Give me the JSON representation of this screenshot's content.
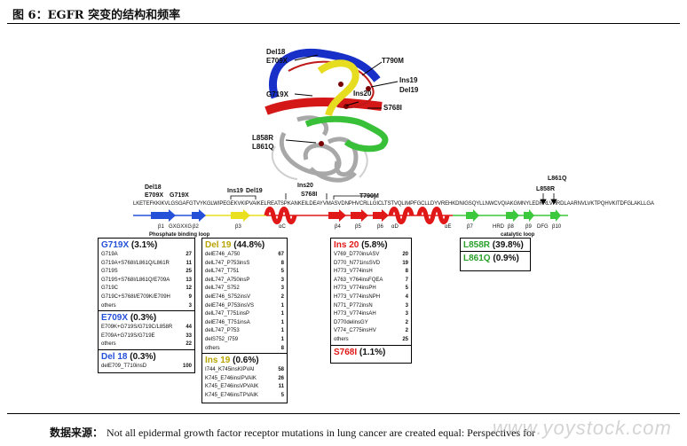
{
  "title": "图 6：EGFR 突变的结构和频率",
  "footer": {
    "label": "数据来源：",
    "text": "Not all epidermal growth factor receptor mutations in lung cancer are created equal: Perspectives for"
  },
  "watermark": "www.yoystock.com",
  "structure_labels": {
    "del18": "Del18",
    "e709x": "E709X",
    "t790m": "T790M",
    "g719x": "G719X",
    "ins19": "Ins19",
    "del19": "Del19",
    "ins20": "Ins20",
    "s768i": "S768I",
    "l858r": "L858R",
    "l861q": "L861Q"
  },
  "track": {
    "top_labels": {
      "del18": "Del18",
      "e709x": "E709X",
      "g719x": "G719X",
      "ins19": "Ins19",
      "del19": "Del19",
      "ins20": "Ins20",
      "s768i": "S768I",
      "t790m": "T790M",
      "l858r": "L858R",
      "l861q": "L861Q"
    },
    "sequence": "LKETEFKKIKVLGSGAFGTVYKGLWIPEGEKVKIPVAIKELREATSPKANKEILDEAYVMASVDNPHVCRLLGICLTSTVQLIMPFGCLLDYVREHKDNIGSQYLLNWCVQIAKGMNYLEDRRLVHRDLAARNVLVKTPQHVKITDFGLAKLLGA",
    "elements": {
      "b1": "β1",
      "gxgxxg": "GXGXXG",
      "b2": "β2",
      "b3": "β3",
      "ac": "αC",
      "b4": "β4",
      "b5": "β5",
      "b6": "β6",
      "ad": "αD",
      "ae": "αE",
      "b7": "β7",
      "hrd": "HRD",
      "b8": "β8",
      "b9": "β9",
      "dfg": "DFG",
      "b10": "β10"
    },
    "phosphate_loop": "Phosphate binding loop",
    "catalytic_loop": "catalytic loop"
  },
  "colors": {
    "blue": "#2550d8",
    "yellow": "#e8e020",
    "red": "#e01818",
    "green": "#3cc83c",
    "gray": "#bdbdbd"
  },
  "boxes": {
    "g719x": {
      "name": "G719X",
      "pct": "(3.1%)",
      "rows": [
        [
          "G719A",
          "27"
        ],
        [
          "G719A+S768I/L861Q/L861R",
          "11"
        ],
        [
          "G719S",
          "25"
        ],
        [
          "G719S+S768I/L861Q/E709A",
          "13"
        ],
        [
          "G719C",
          "12"
        ],
        [
          "G719C+S768I/E709K/E709H",
          "9"
        ],
        [
          "others",
          "3"
        ]
      ]
    },
    "e709x": {
      "name": "E709X",
      "pct": "(0.3%)",
      "rows": [
        [
          "E709K+G719S/G719C/L858R",
          "44"
        ],
        [
          "E709A+G719S/G719E",
          "33"
        ],
        [
          "others",
          "22"
        ]
      ]
    },
    "del18": {
      "name": "Del 18",
      "pct": "(0.3%)",
      "rows": [
        [
          "delE709_T710insD",
          "100"
        ]
      ]
    },
    "del19": {
      "name": "Del 19",
      "pct": "(44.8%)",
      "rows": [
        [
          "delE746_A750",
          "67"
        ],
        [
          "delL747_P753insS",
          "8"
        ],
        [
          "delL747_T751",
          "5"
        ],
        [
          "delL747_A750insP",
          "3"
        ],
        [
          "delL747_S752",
          "3"
        ],
        [
          "delE746_S752insV",
          "2"
        ],
        [
          "delE746_P753insVS",
          "1"
        ],
        [
          "delL747_T751insP",
          "1"
        ],
        [
          "delE746_T751insA",
          "1"
        ],
        [
          "delL747_P753",
          "1"
        ],
        [
          "delS752_I759",
          "1"
        ],
        [
          "others",
          "8"
        ]
      ]
    },
    "ins19": {
      "name": "Ins 19",
      "pct": "(0.6%)",
      "rows": [
        [
          "I744_K745insKIPVAI",
          "58"
        ],
        [
          "K745_E746insIPVAIK",
          "26"
        ],
        [
          "K745_E746insVPVAIK",
          "11"
        ],
        [
          "K745_E746insTPVAIK",
          "5"
        ]
      ]
    },
    "ins20": {
      "name": "Ins 20",
      "pct": "(5.8%)",
      "rows": [
        [
          "V769_D770insASV",
          "20"
        ],
        [
          "D770_N771insSVD",
          "19"
        ],
        [
          "H773_V774insH",
          "8"
        ],
        [
          "A763_Y764insFQEA",
          "7"
        ],
        [
          "H773_V774insPH",
          "5"
        ],
        [
          "H773_V774insNPH",
          "4"
        ],
        [
          "N771_P772insN",
          "3"
        ],
        [
          "H773_V774insAH",
          "3"
        ],
        [
          "D770delinsGY",
          "2"
        ],
        [
          "V774_C775insHV",
          "2"
        ],
        [
          "others",
          "25"
        ]
      ]
    },
    "s768i": {
      "name": "S768I",
      "pct": "(1.1%)"
    },
    "l858r": {
      "name": "L858R",
      "pct": "(39.8%)"
    },
    "l861q": {
      "name": "L861Q",
      "pct": "(0.9%)"
    }
  }
}
